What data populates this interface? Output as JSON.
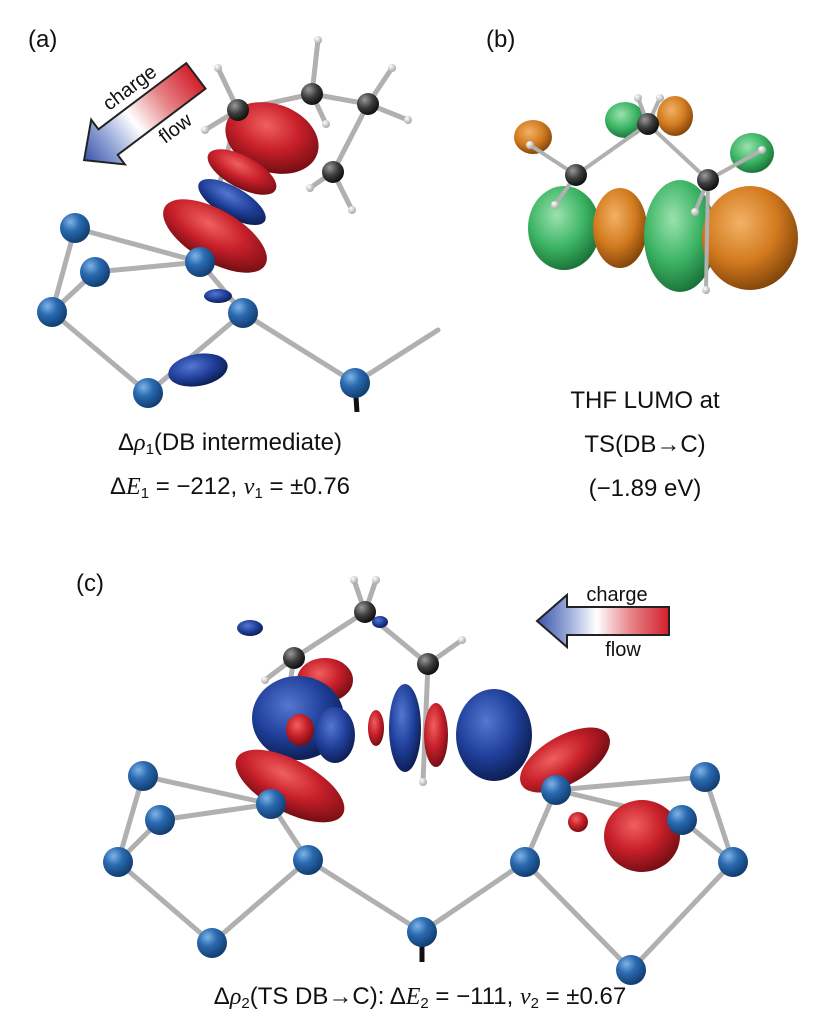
{
  "panels": {
    "a": {
      "label": "(a)",
      "arrow": {
        "word1": "charge",
        "word2": "flow"
      },
      "caption_line1": {
        "delta": "Δ",
        "symbol": "ρ",
        "sub": "1",
        "rest": "(DB intermediate)"
      },
      "caption_line2": {
        "delta": "Δ",
        "E": "E",
        "E_sub": "1",
        "E_val": " = −212, ",
        "nu": "ν",
        "nu_sub": "1",
        "nu_val": " = ±0.76"
      }
    },
    "b": {
      "label": "(b)",
      "caption_lines": [
        "THF LUMO at",
        "TS(DB→C)",
        "(−1.89 eV)"
      ]
    },
    "c": {
      "label": "(c)",
      "arrow": {
        "word1": "charge",
        "word2": "flow"
      },
      "caption": {
        "delta": "Δ",
        "symbol": "ρ",
        "sub": "2",
        "part1": "(TS DB→C): Δ",
        "E": "E",
        "E_sub": "2",
        "E_val": " = −111, ",
        "nu": "ν",
        "nu_sub": "2",
        "nu_val": " = ±0.67"
      }
    }
  },
  "colors": {
    "atom_blue": "#2a6ab0",
    "carbon_dark": "#3b3b3b",
    "hydrogen": "#e8e8e8",
    "density_red": "#c8202a",
    "density_blue": "#1f3f9a",
    "orbital_green": "#3cb464",
    "orbital_orange": "#d27a1e",
    "bond_gray": "#a8a8a8"
  }
}
